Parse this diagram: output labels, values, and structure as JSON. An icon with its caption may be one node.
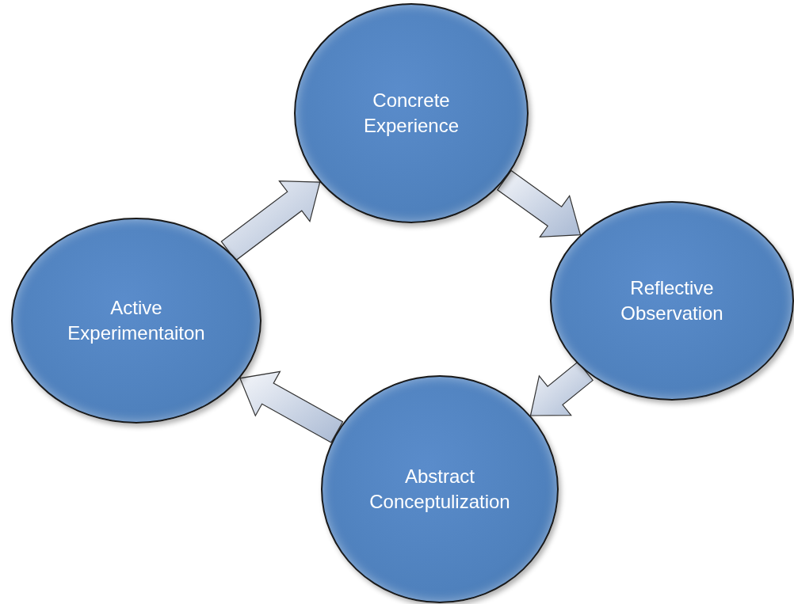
{
  "diagram": {
    "nodes": [
      {
        "text": [
          "Concrete Experience"
        ]
      },
      {
        "text": [
          "Reflective Observation"
        ]
      },
      {
        "text": [
          "Active Experimentaiton"
        ]
      },
      {
        "text": [
          "Abstract Conceptulization"
        ]
      }
    ],
    "edges": [
      {
        "from": 0,
        "to": 1,
        "arrow": "to"
      },
      {
        "from": 1,
        "to": 3,
        "arrow": "to"
      },
      {
        "from": 3,
        "to": 2,
        "arrow": "to"
      },
      {
        "from": 2,
        "to": 0,
        "arrow": "to"
      }
    ]
  }
}
